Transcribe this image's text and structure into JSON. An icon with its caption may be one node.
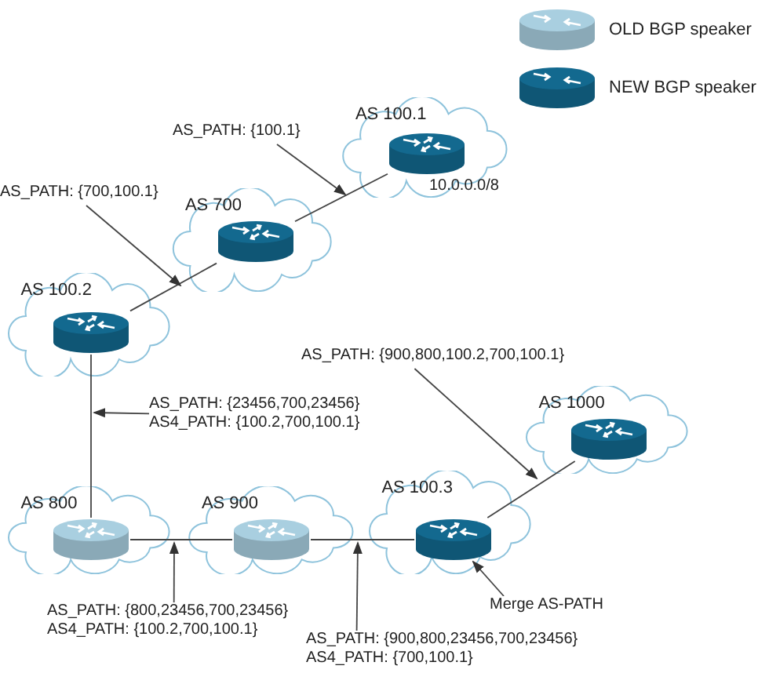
{
  "diagram": {
    "nodes": [
      {
        "text": [
          "AS 100.1"
        ],
        "beside": [
          "10.0.0.0/8"
        ]
      },
      {
        "text": [],
        "shape": "cylinder",
        "in": 0
      },
      {
        "text": [
          "AS_PATH: {100.1}"
        ]
      },
      {
        "text": [
          "AS_PATH: {700,100.1}"
        ]
      },
      {
        "text": [
          "AS 700"
        ]
      },
      {
        "text": [],
        "shape": "cylinder",
        "in": 4
      },
      {
        "text": [
          "AS 100.2"
        ]
      },
      {
        "text": [],
        "shape": "cylinder",
        "in": 6
      },
      {
        "text": [
          "AS_PATH: {900,800,100.2,700,100.1}"
        ]
      },
      {
        "text": [
          "AS_PATH: {23456,700,23456}",
          "AS4_PATH: {100.2,700,100.1}"
        ]
      },
      {
        "text": [
          "AS 1000"
        ]
      },
      {
        "text": [],
        "shape": "cylinder",
        "in": 10
      },
      {
        "text": [
          "AS 800"
        ]
      },
      {
        "text": [],
        "shape": "cylinder",
        "in": 12
      },
      {
        "text": [
          "AS 900"
        ]
      },
      {
        "text": [],
        "shape": "cylinder",
        "in": 14
      },
      {
        "text": [
          "AS 100.3"
        ]
      },
      {
        "text": [],
        "shape": "cylinder",
        "in": 16
      },
      {
        "text": [
          "Merge AS-PATH"
        ]
      },
      {
        "text": [
          "AS_PATH: {800,23456,700,23456}",
          "AS4_PATH: {100.2,700,100.1}"
        ]
      },
      {
        "text": [
          "AS_PATH: {900,800,23456,700,23456}",
          "AS4_PATH: {700,100.1}"
        ]
      }
    ],
    "edges": [
      {
        "from": 1,
        "to": 5,
        "arrow": "none"
      },
      {
        "from": 5,
        "to": 7,
        "arrow": "none"
      },
      {
        "from": 7,
        "to": 13,
        "arrow": "none"
      },
      {
        "from": 13,
        "to": 15,
        "arrow": "none"
      },
      {
        "from": 15,
        "to": 17,
        "arrow": "none"
      },
      {
        "from": 17,
        "to": 11,
        "arrow": "none"
      },
      {
        "from": 2,
        "to": 0,
        "arrow": "to"
      },
      {
        "from": 3,
        "to": 4,
        "arrow": "to"
      },
      {
        "from": 9,
        "to": 6,
        "arrow": "to"
      },
      {
        "from": 8,
        "to": 10,
        "arrow": "to"
      },
      {
        "from": 19,
        "to": 12,
        "arrow": "to"
      },
      {
        "from": 20,
        "to": 14,
        "arrow": "to"
      },
      {
        "from": 18,
        "to": 17,
        "arrow": "to"
      }
    ],
    "legend": [
      {
        "text": "OLD BGP speaker",
        "color": "#a9cfe0"
      },
      {
        "text": "NEW BGP speaker",
        "color": "#13698f"
      }
    ]
  }
}
